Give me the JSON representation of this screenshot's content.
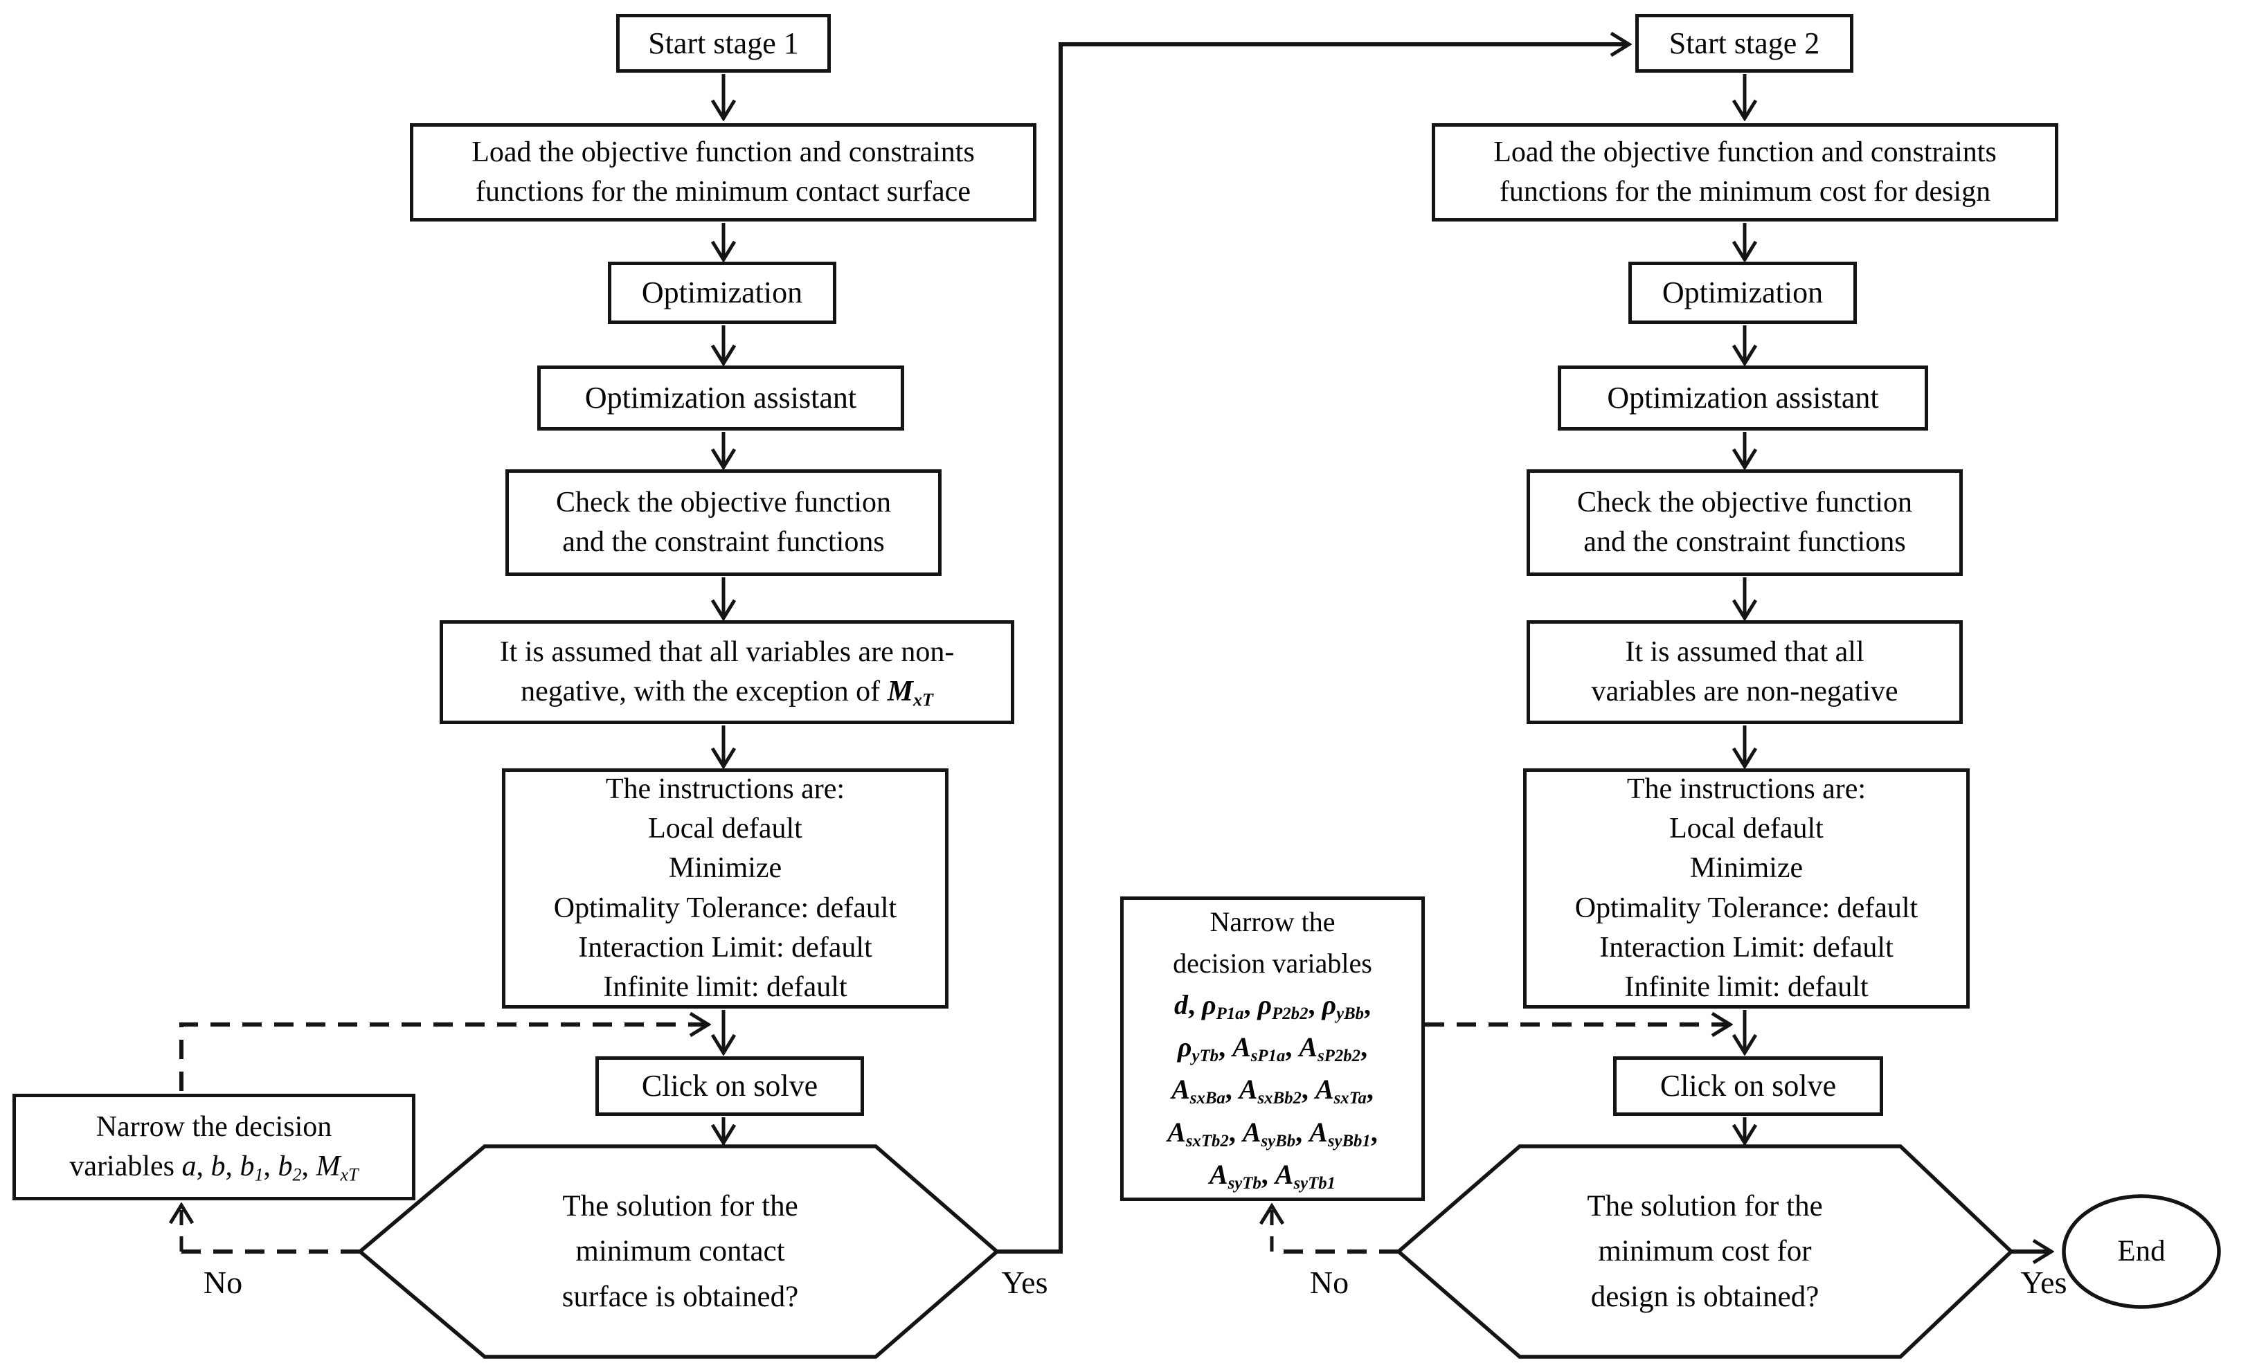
{
  "stage1": {
    "start": "Start stage 1",
    "load_lines": [
      "Load the objective function and constraints",
      "functions for the minimum contact surface"
    ],
    "optimization": "Optimization",
    "assistant": "Optimization assistant",
    "check_lines": [
      "Check the objective function",
      "and the constraint functions"
    ],
    "assume_line1": "It is assumed that all variables are non-",
    "assume_line2": [
      {
        "t": "negative, with the exception of "
      },
      {
        "t": "M",
        "c": "b i"
      },
      {
        "t": "xT",
        "c": "b i sub"
      }
    ],
    "instructions": [
      "The instructions are:",
      "Local default",
      "Minimize",
      "Optimality Tolerance: default",
      "Interaction Limit: default",
      "Infinite limit: default"
    ],
    "click": "Click on solve",
    "decision_lines": [
      "The solution for the",
      "minimum contact",
      "surface is obtained?"
    ],
    "narrow_line1": "Narrow the decision",
    "narrow_line2": [
      {
        "t": "variables "
      },
      {
        "t": "a",
        "c": "i"
      },
      {
        "t": ", "
      },
      {
        "t": "b",
        "c": "i"
      },
      {
        "t": ", "
      },
      {
        "t": "b",
        "c": "i"
      },
      {
        "t": "1",
        "c": "i sub"
      },
      {
        "t": ", "
      },
      {
        "t": "b",
        "c": "i"
      },
      {
        "t": "2",
        "c": "i sub"
      },
      {
        "t": ", "
      },
      {
        "t": "M",
        "c": "i"
      },
      {
        "t": "xT",
        "c": "i sub"
      }
    ],
    "yes": "Yes",
    "no": "No"
  },
  "stage2": {
    "start": "Start stage 2",
    "load_lines": [
      "Load the objective function and constraints",
      "functions for the minimum cost for design"
    ],
    "optimization": "Optimization",
    "assistant": "Optimization assistant",
    "check_lines": [
      "Check the objective function",
      "and the constraint functions"
    ],
    "assume_lines": [
      "It is assumed that all",
      "variables are non-negative"
    ],
    "instructions": [
      "The instructions are:",
      "Local default",
      "Minimize",
      "Optimality Tolerance: default",
      "Interaction Limit: default",
      "Infinite limit: default"
    ],
    "click": "Click on solve",
    "decision_lines": [
      "The solution for the",
      "minimum cost for",
      "design is obtained?"
    ],
    "narrow_line1": "Narrow the",
    "narrow_line2": "decision variables",
    "narrow_rich": [
      [
        {
          "t": "d",
          "c": "b i"
        },
        {
          "t": ", ",
          "c": "b"
        },
        {
          "t": "ρ",
          "c": "b i"
        },
        {
          "t": "P1a",
          "c": "b i sub"
        },
        {
          "t": ", ",
          "c": "b"
        },
        {
          "t": "ρ",
          "c": "b i"
        },
        {
          "t": "P2b2",
          "c": "b i sub"
        },
        {
          "t": ", ",
          "c": "b"
        },
        {
          "t": "ρ",
          "c": "b i"
        },
        {
          "t": "yBb",
          "c": "b i sub"
        },
        {
          "t": ",",
          "c": "b"
        }
      ],
      [
        {
          "t": "ρ",
          "c": "b i"
        },
        {
          "t": "yTb",
          "c": "b i sub"
        },
        {
          "t": ", ",
          "c": "b"
        },
        {
          "t": "A",
          "c": "b i"
        },
        {
          "t": "sP1a",
          "c": "b i sub"
        },
        {
          "t": ", ",
          "c": "b"
        },
        {
          "t": "A",
          "c": "b i"
        },
        {
          "t": "sP2b2",
          "c": "b i sub"
        },
        {
          "t": ",",
          "c": "b"
        }
      ],
      [
        {
          "t": "A",
          "c": "b i"
        },
        {
          "t": "sxBa",
          "c": "b i sub"
        },
        {
          "t": ", ",
          "c": "b"
        },
        {
          "t": "A",
          "c": "b i"
        },
        {
          "t": "sxBb2",
          "c": "b i sub"
        },
        {
          "t": ", ",
          "c": "b"
        },
        {
          "t": "A",
          "c": "b i"
        },
        {
          "t": "sxTa",
          "c": "b i sub"
        },
        {
          "t": ",",
          "c": "b"
        }
      ],
      [
        {
          "t": "A",
          "c": "b i"
        },
        {
          "t": "sxTb2",
          "c": "b i sub"
        },
        {
          "t": ", ",
          "c": "b"
        },
        {
          "t": "A",
          "c": "b i"
        },
        {
          "t": "syBb",
          "c": "b i sub"
        },
        {
          "t": ", ",
          "c": "b"
        },
        {
          "t": "A",
          "c": "b i"
        },
        {
          "t": "syBb1",
          "c": "b i sub"
        },
        {
          "t": ",",
          "c": "b"
        }
      ],
      [
        {
          "t": "A",
          "c": "b i"
        },
        {
          "t": "syTb",
          "c": "b i sub"
        },
        {
          "t": ", ",
          "c": "b"
        },
        {
          "t": "A",
          "c": "b i"
        },
        {
          "t": "syTb1",
          "c": "b i sub"
        }
      ]
    ],
    "yes": "Yes",
    "no": "No",
    "end": "End"
  },
  "colors": {
    "ink": "#141414",
    "background": "#ffffff"
  }
}
